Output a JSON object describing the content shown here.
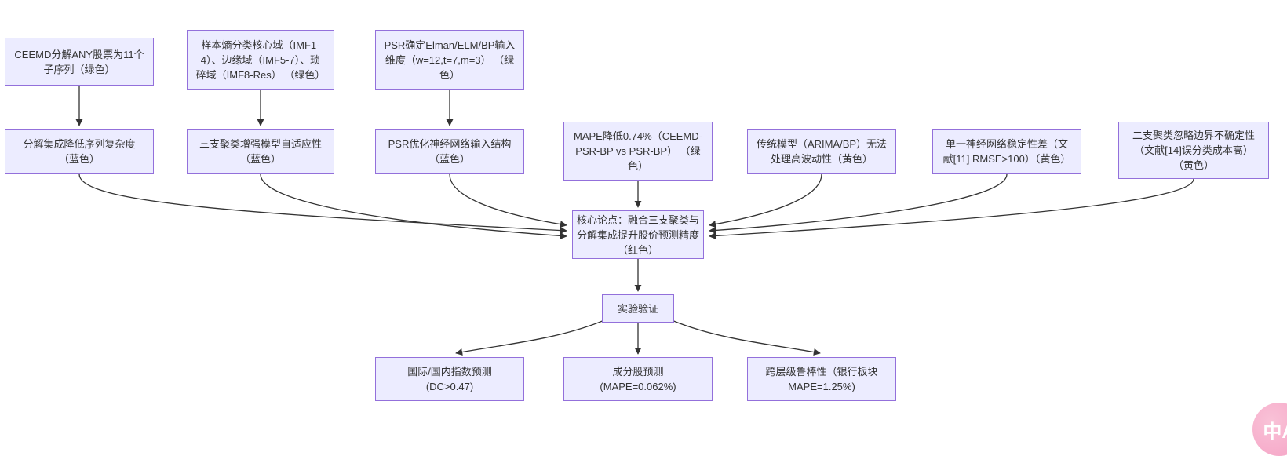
{
  "diagram": {
    "nodes": {
      "ceemd_decomposition": {
        "label": "CEEMD分解ANY股票为11个\n子序列（绿色）"
      },
      "sample_entropy": {
        "label": "样本熵分类核心域（IMF1-\n4）、边缘域（IMF5-7）、琐\n碎域（IMF8-Res） （绿色）"
      },
      "psr_dimensions": {
        "label": "PSR确定Elman/ELM/BP输入\n维度（w=12,t=7,m=3） （绿\n色）"
      },
      "decomposition_integration": {
        "label": "分解集成降低序列复杂度\n（蓝色）"
      },
      "three_way_clustering": {
        "label": "三支聚类增强模型自适应性\n（蓝色）"
      },
      "psr_optimization": {
        "label": "PSR优化神经网络输入结构\n（蓝色）"
      },
      "mape_reduction": {
        "label": "MAPE降低0.74%（CEEMD-\nPSR-BP vs PSR-BP） （绿\n色）"
      },
      "traditional_models": {
        "label": "传统模型（ARIMA/BP）无法\n处理高波动性（黄色）"
      },
      "single_nn_instability": {
        "label": "单一神经网络稳定性差（文\n献[11] RMSE>100）（黄色）"
      },
      "two_way_clustering": {
        "label": "二支聚类忽略边界不确定性\n（文献[14]误分类成本高）\n（黄色）"
      },
      "core_thesis": {
        "label": "核心论点：融合三支聚类与\n分解集成提升股价预测精度\n（红色）"
      },
      "experiment_validation": {
        "label": "实验验证"
      },
      "index_prediction": {
        "label": "国际/国内指数预测\n(DC>0.47)"
      },
      "constituent_prediction": {
        "label": "成分股预测\n(MAPE=0.062%)"
      },
      "cross_level_robustness": {
        "label": "跨层级鲁棒性（银行板块\nMAPE=1.25%)"
      }
    },
    "edges": [
      {
        "from": "ceemd_decomposition",
        "to": "decomposition_integration"
      },
      {
        "from": "sample_entropy",
        "to": "three_way_clustering"
      },
      {
        "from": "psr_dimensions",
        "to": "psr_optimization"
      },
      {
        "from": "decomposition_integration",
        "to": "core_thesis"
      },
      {
        "from": "three_way_clustering",
        "to": "core_thesis"
      },
      {
        "from": "psr_optimization",
        "to": "core_thesis"
      },
      {
        "from": "mape_reduction",
        "to": "core_thesis"
      },
      {
        "from": "traditional_models",
        "to": "core_thesis"
      },
      {
        "from": "single_nn_instability",
        "to": "core_thesis"
      },
      {
        "from": "two_way_clustering",
        "to": "core_thesis"
      },
      {
        "from": "core_thesis",
        "to": "experiment_validation"
      },
      {
        "from": "experiment_validation",
        "to": "index_prediction"
      },
      {
        "from": "experiment_validation",
        "to": "constituent_prediction"
      },
      {
        "from": "experiment_validation",
        "to": "cross_level_robustness"
      }
    ],
    "colors": {
      "node_fill": "#ECECFF",
      "node_border": "#9370DB",
      "edge": "#333333",
      "text": "#333333"
    }
  },
  "widgets": {
    "translate_button": {
      "label": "中A",
      "color": "#f5a2c5"
    }
  }
}
